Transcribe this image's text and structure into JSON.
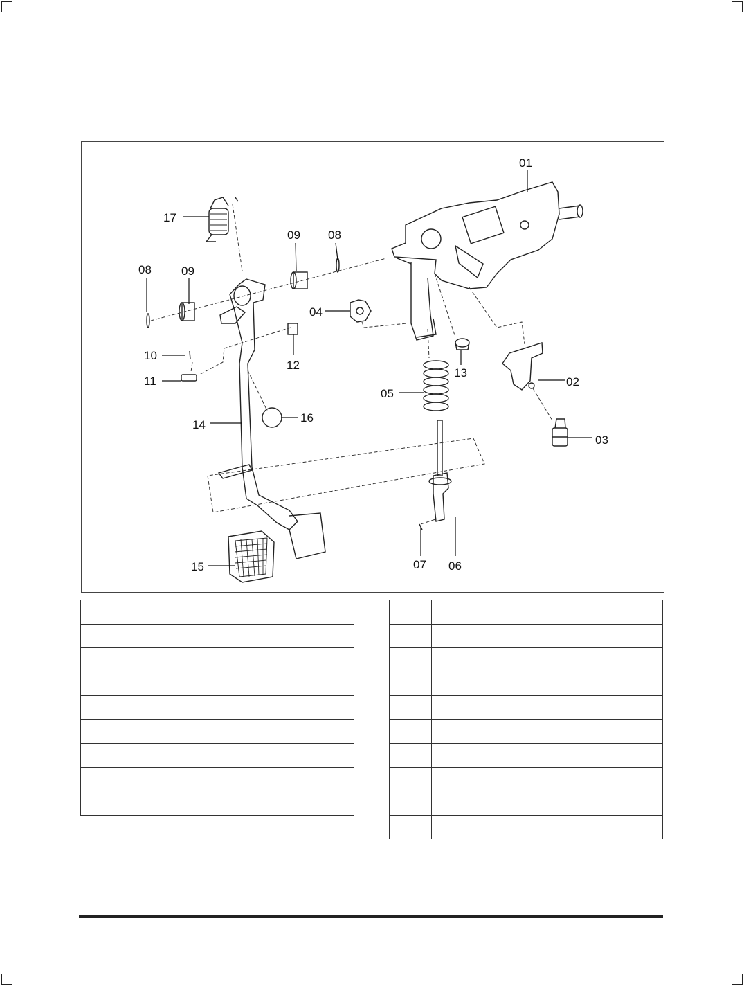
{
  "diagram": {
    "callouts": [
      "01",
      "02",
      "03",
      "04",
      "05",
      "06",
      "07",
      "08",
      "08",
      "09",
      "09",
      "10",
      "11",
      "12",
      "13",
      "14",
      "15",
      "16",
      "17"
    ]
  },
  "parts_table_left": {
    "rows": [
      {
        "no": "",
        "desc": ""
      },
      {
        "no": "",
        "desc": ""
      },
      {
        "no": "",
        "desc": ""
      },
      {
        "no": "",
        "desc": ""
      },
      {
        "no": "",
        "desc": ""
      },
      {
        "no": "",
        "desc": ""
      },
      {
        "no": "",
        "desc": ""
      },
      {
        "no": "",
        "desc": ""
      },
      {
        "no": "",
        "desc": ""
      }
    ]
  },
  "parts_table_right": {
    "rows": [
      {
        "no": "",
        "desc": ""
      },
      {
        "no": "",
        "desc": ""
      },
      {
        "no": "",
        "desc": ""
      },
      {
        "no": "",
        "desc": ""
      },
      {
        "no": "",
        "desc": ""
      },
      {
        "no": "",
        "desc": ""
      },
      {
        "no": "",
        "desc": ""
      },
      {
        "no": "",
        "desc": ""
      },
      {
        "no": "",
        "desc": ""
      },
      {
        "no": "",
        "desc": ""
      }
    ]
  }
}
